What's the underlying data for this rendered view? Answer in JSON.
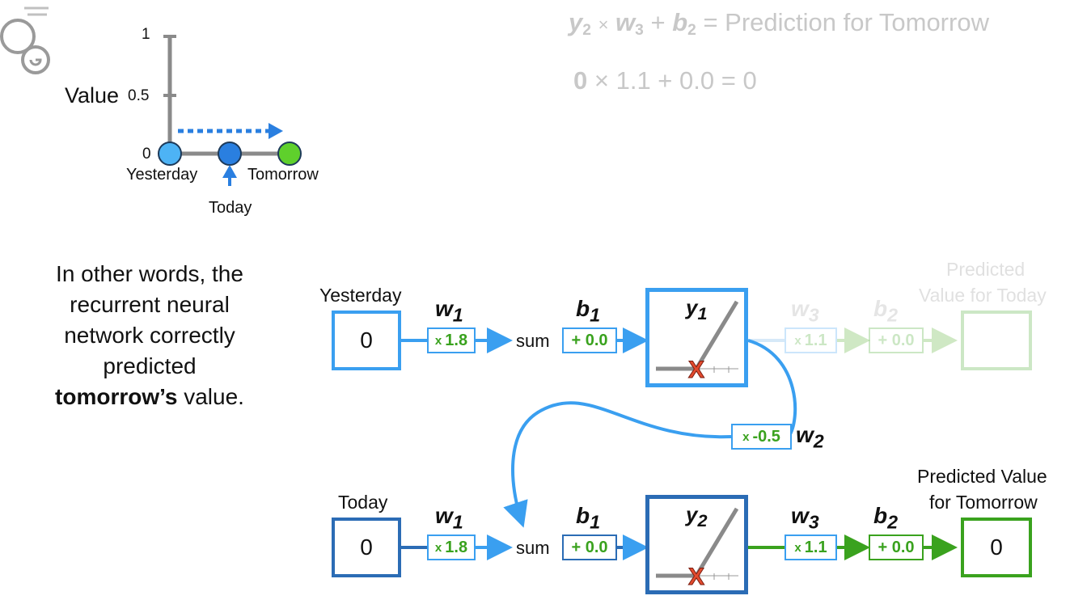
{
  "equation": {
    "line1": {
      "y_sym": "y",
      "y_sub": "2",
      "times1": "×",
      "w_sym": "w",
      "w_sub": "3",
      "plus1": "+",
      "b_sym": "b",
      "b_sub": "2",
      "rest": "= Prediction for Tomorrow"
    },
    "line2": {
      "val": "0",
      "rest": "× 1.1 + 0.0 = 0"
    }
  },
  "mini_chart": {
    "y_ticks": [
      "1",
      "0.5",
      "0"
    ],
    "y_label": "Value",
    "x_labels": [
      "Yesterday",
      "Today",
      "Tomorrow"
    ],
    "points": [
      {
        "label": "Yesterday",
        "value": 0,
        "color": "#4db3f5"
      },
      {
        "label": "Today",
        "value": 0,
        "color": "#2a7fe0"
      },
      {
        "label": "Tomorrow",
        "value": 0,
        "color": "#5fd02c"
      }
    ]
  },
  "caption": {
    "line1": "In other words, the",
    "line2": "recurrent neural",
    "line3": "network correctly",
    "line4": "predicted",
    "bold": "tomorrow’s",
    "tail": " value."
  },
  "top_row": {
    "input_label": "Yesterday",
    "input_value": "0",
    "w1_sym": "w",
    "w1_sub": "1",
    "w1_value": "1.8",
    "b1_sym": "b",
    "b1_sub": "1",
    "b1_value": "+ 0.0",
    "sum_label": "sum",
    "y_sym": "y",
    "y_sub": "1",
    "w3_sym": "w",
    "w3_sub": "3",
    "w3_value": "1.1",
    "b2_sym": "b",
    "b2_sub": "2",
    "b2_value": "+ 0.0",
    "output_label_1": "Predicted",
    "output_label_2": "Value for Today",
    "output_value": ""
  },
  "feedback": {
    "w2_value": "-0.5",
    "w2_sym": "w",
    "w2_sub": "2"
  },
  "bottom_row": {
    "input_label": "Today",
    "input_value": "0",
    "w1_sym": "w",
    "w1_sub": "1",
    "w1_value": "1.8",
    "b1_sym": "b",
    "b1_sub": "1",
    "b1_value": "+ 0.0",
    "sum_label": "sum",
    "y_sym": "y",
    "y_sub": "2",
    "w3_sym": "w",
    "w3_sub": "3",
    "w3_value": "1.1",
    "b2_sym": "b",
    "b2_sub": "2",
    "b2_value": "+ 0.0",
    "output_label_1": "Predicted Value",
    "output_label_2": "for Tomorrow",
    "output_value": "0"
  },
  "times_glyph": "x",
  "colors": {
    "blue_light": "#3a9ff0",
    "blue_dark": "#2b6cb5",
    "green": "#3aa21e",
    "red": "#e34b2e",
    "gray": "#8a8a8a"
  }
}
